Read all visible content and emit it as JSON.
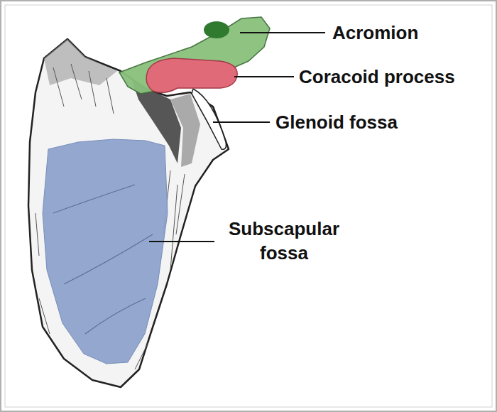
{
  "diagram": {
    "labels": [
      "Acromion",
      "Coracoid process",
      "Glenoid fossa",
      "Subscapular fossa"
    ]
  }
}
